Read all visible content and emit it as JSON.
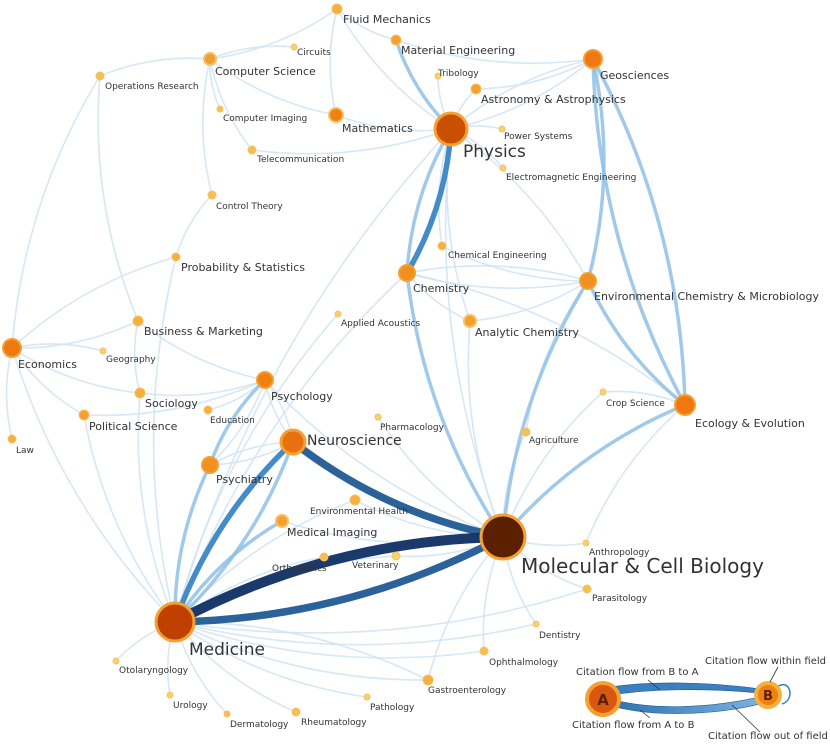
{
  "diagram": {
    "nodes": [
      {
        "id": "physics",
        "label": "Physics",
        "size": "xl",
        "color": "#c85000"
      },
      {
        "id": "mcb",
        "label": "Molecular & Cell Biology",
        "size": "xxl",
        "color": "#5a2000"
      },
      {
        "id": "medicine",
        "label": "Medicine",
        "size": "xl",
        "color": "#c04000"
      },
      {
        "id": "neuroscience",
        "label": "Neuroscience",
        "size": "lg",
        "color": "#e87010"
      },
      {
        "id": "psychology",
        "label": "Psychology",
        "size": "md",
        "color": "#f08010"
      },
      {
        "id": "psychiatry",
        "label": "Psychiatry",
        "size": "md",
        "color": "#f09020"
      },
      {
        "id": "economics",
        "label": "Economics",
        "size": "md",
        "color": "#f07810"
      },
      {
        "id": "geosciences",
        "label": "Geosciences",
        "size": "md",
        "color": "#f07810"
      },
      {
        "id": "ecology",
        "label": "Ecology & Evolution",
        "size": "md",
        "color": "#f07810"
      },
      {
        "id": "envchem",
        "label": "Environmental Chemistry & Microbiology",
        "size": "md",
        "color": "#f09020"
      },
      {
        "id": "chemistry",
        "label": "Chemistry",
        "size": "md",
        "color": "#f09020"
      },
      {
        "id": "analchem",
        "label": "Analytic Chemistry",
        "size": "md",
        "color": "#f0a030"
      },
      {
        "id": "chemeng",
        "label": "Chemical Engineering",
        "size": "sm",
        "color": "#f5b040"
      },
      {
        "id": "mathematics",
        "label": "Mathematics",
        "size": "md",
        "color": "#f08010"
      },
      {
        "id": "compsci",
        "label": "Computer Science",
        "size": "md",
        "color": "#f0a030"
      },
      {
        "id": "fluid",
        "label": "Fluid Mechanics",
        "size": "md",
        "color": "#f5b040"
      },
      {
        "id": "mateng",
        "label": "Material Engineering",
        "size": "md",
        "color": "#f5a030"
      },
      {
        "id": "astro",
        "label": "Astronomy & Astrophysics",
        "size": "md",
        "color": "#f5a030"
      },
      {
        "id": "tribology",
        "label": "Tribology",
        "size": "sm",
        "color": "#f8d070"
      },
      {
        "id": "power",
        "label": "Power Systems",
        "size": "sm",
        "color": "#f8d070"
      },
      {
        "id": "electromag",
        "label": "Electromagnetic Engineering",
        "size": "sm",
        "color": "#f8d070"
      },
      {
        "id": "circuits",
        "label": "Circuits",
        "size": "sm",
        "color": "#f8d070"
      },
      {
        "id": "opsresearch",
        "label": "Operations Research",
        "size": "sm",
        "color": "#f5c050"
      },
      {
        "id": "compimg",
        "label": "Computer Imaging",
        "size": "sm",
        "color": "#f5c050"
      },
      {
        "id": "telecom",
        "label": "Telecommunication",
        "size": "sm",
        "color": "#f5c050"
      },
      {
        "id": "control",
        "label": "Control Theory",
        "size": "sm",
        "color": "#f5c050"
      },
      {
        "id": "probstat",
        "label": "Probability & Statistics",
        "size": "md",
        "color": "#f5b040"
      },
      {
        "id": "business",
        "label": "Business & Marketing",
        "size": "md",
        "color": "#f5b040"
      },
      {
        "id": "geography",
        "label": "Geography",
        "size": "sm",
        "color": "#f8d070"
      },
      {
        "id": "sociology",
        "label": "Sociology",
        "size": "md",
        "color": "#f5b040"
      },
      {
        "id": "polisci",
        "label": "Political Science",
        "size": "md",
        "color": "#f5a030"
      },
      {
        "id": "law",
        "label": "Law",
        "size": "sm",
        "color": "#f5b040"
      },
      {
        "id": "education",
        "label": "Education",
        "size": "sm",
        "color": "#f5b040"
      },
      {
        "id": "appacoustics",
        "label": "Applied Acoustics",
        "size": "sm",
        "color": "#f8d070"
      },
      {
        "id": "pharmacology",
        "label": "Pharmacology",
        "size": "sm",
        "color": "#f8d070"
      },
      {
        "id": "envhealth",
        "label": "Environmental Health",
        "size": "sm",
        "color": "#f5b040"
      },
      {
        "id": "medimg",
        "label": "Medical Imaging",
        "size": "md",
        "color": "#f5a030"
      },
      {
        "id": "orthopedics",
        "label": "Orthopedics",
        "size": "sm",
        "color": "#f5c050"
      },
      {
        "id": "veterinary",
        "label": "Veterinary",
        "size": "sm",
        "color": "#f8d070"
      },
      {
        "id": "agriculture",
        "label": "Agriculture",
        "size": "sm",
        "color": "#f5c050"
      },
      {
        "id": "cropsci",
        "label": "Crop Science",
        "size": "sm",
        "color": "#f8d070"
      },
      {
        "id": "anthropology",
        "label": "Anthropology",
        "size": "sm",
        "color": "#f8d070"
      },
      {
        "id": "parasitology",
        "label": "Parasitology",
        "size": "sm",
        "color": "#f5c050"
      },
      {
        "id": "dentistry",
        "label": "Dentistry",
        "size": "sm",
        "color": "#f8d070"
      },
      {
        "id": "ophthalmology",
        "label": "Ophthalmology",
        "size": "sm",
        "color": "#f5c050"
      },
      {
        "id": "gastro",
        "label": "Gastroenterology",
        "size": "sm",
        "color": "#f5b040"
      },
      {
        "id": "pathology",
        "label": "Pathology",
        "size": "sm",
        "color": "#f8d070"
      },
      {
        "id": "rheumatology",
        "label": "Rheumatology",
        "size": "sm",
        "color": "#f5c050"
      },
      {
        "id": "dermatology",
        "label": "Dermatology",
        "size": "sm",
        "color": "#f5c050"
      },
      {
        "id": "urology",
        "label": "Urology",
        "size": "sm",
        "color": "#f8d070"
      },
      {
        "id": "otolaryngology",
        "label": "Otolaryngology",
        "size": "sm",
        "color": "#f8d070"
      }
    ],
    "edges": [
      {
        "from": "mcb",
        "to": "medicine",
        "weight": 5
      },
      {
        "from": "medicine",
        "to": "mcb",
        "weight": 4
      },
      {
        "from": "neuroscience",
        "to": "mcb",
        "weight": 4
      },
      {
        "from": "chemistry",
        "to": "physics",
        "weight": 3
      },
      {
        "from": "physics",
        "to": "chemistry",
        "weight": 2
      },
      {
        "from": "neuroscience",
        "to": "medicine",
        "weight": 3
      },
      {
        "from": "medicine",
        "to": "neuroscience",
        "weight": 2
      },
      {
        "from": "psychiatry",
        "to": "medicine",
        "weight": 2
      },
      {
        "from": "psychology",
        "to": "psychiatry",
        "weight": 2
      },
      {
        "from": "ecology",
        "to": "mcb",
        "weight": 2
      },
      {
        "from": "chemistry",
        "to": "mcb",
        "weight": 2
      },
      {
        "from": "envchem",
        "to": "mcb",
        "weight": 2
      },
      {
        "from": "geosciences",
        "to": "ecology",
        "weight": 2
      },
      {
        "from": "ecology",
        "to": "geosciences",
        "weight": 2
      },
      {
        "from": "envchem",
        "to": "geosciences",
        "weight": 2
      },
      {
        "from": "envchem",
        "to": "ecology",
        "weight": 2
      },
      {
        "from": "medimg",
        "to": "medicine",
        "weight": 2
      },
      {
        "from": "gastro",
        "to": "medicine",
        "weight": 1
      },
      {
        "from": "mcb",
        "to": "gastro",
        "weight": 1
      },
      {
        "from": "physics",
        "to": "mcb",
        "weight": 1
      },
      {
        "from": "physics",
        "to": "geosciences",
        "weight": 1
      },
      {
        "from": "mateng",
        "to": "physics",
        "weight": 2
      },
      {
        "from": "fluid",
        "to": "physics",
        "weight": 1
      },
      {
        "from": "astro",
        "to": "physics",
        "weight": 1
      },
      {
        "from": "mathematics",
        "to": "physics",
        "weight": 1
      },
      {
        "from": "compsci",
        "to": "mathematics",
        "weight": 1
      },
      {
        "from": "fluid",
        "to": "mathematics",
        "weight": 1
      },
      {
        "from": "fluid",
        "to": "mateng",
        "weight": 1
      },
      {
        "from": "physics",
        "to": "analchem",
        "weight": 1
      },
      {
        "from": "physics",
        "to": "chemeng",
        "weight": 1
      },
      {
        "from": "chemistry",
        "to": "envchem",
        "weight": 1
      },
      {
        "from": "analchem",
        "to": "envchem",
        "weight": 1
      },
      {
        "from": "analchem",
        "to": "mcb",
        "weight": 1
      },
      {
        "from": "chemistry",
        "to": "analchem",
        "weight": 1
      },
      {
        "from": "economics",
        "to": "business",
        "weight": 1
      },
      {
        "from": "economics",
        "to": "polisci",
        "weight": 1
      },
      {
        "from": "economics",
        "to": "sociology",
        "weight": 1
      },
      {
        "from": "sociology",
        "to": "psychology",
        "weight": 1
      },
      {
        "from": "business",
        "to": "psychology",
        "weight": 1
      },
      {
        "from": "polisci",
        "to": "psychology",
        "weight": 1
      },
      {
        "from": "psychology",
        "to": "neuroscience",
        "weight": 1
      },
      {
        "from": "psychiatry",
        "to": "neuroscience",
        "weight": 1
      },
      {
        "from": "neuroscience",
        "to": "psychiatry",
        "weight": 1
      },
      {
        "from": "education",
        "to": "psychology",
        "weight": 1
      },
      {
        "from": "compsci",
        "to": "opsresearch",
        "weight": 1
      },
      {
        "from": "compsci",
        "to": "telecom",
        "weight": 1
      },
      {
        "from": "compsci",
        "to": "control",
        "weight": 1
      },
      {
        "from": "compsci",
        "to": "compimg",
        "weight": 1
      },
      {
        "from": "compsci",
        "to": "fluid",
        "weight": 1
      },
      {
        "from": "opsresearch",
        "to": "business",
        "weight": 1
      },
      {
        "from": "opsresearch",
        "to": "economics",
        "weight": 1
      },
      {
        "from": "probstat",
        "to": "economics",
        "weight": 1
      },
      {
        "from": "probstat",
        "to": "medicine",
        "weight": 1
      },
      {
        "from": "control",
        "to": "probstat",
        "weight": 1
      },
      {
        "from": "telecom",
        "to": "physics",
        "weight": 1
      },
      {
        "from": "mcb",
        "to": "parasitology",
        "weight": 1
      },
      {
        "from": "mcb",
        "to": "dentistry",
        "weight": 1
      },
      {
        "from": "mcb",
        "to": "ophthalmology",
        "weight": 1
      },
      {
        "from": "mcb",
        "to": "anthropology",
        "weight": 1
      },
      {
        "from": "agriculture",
        "to": "mcb",
        "weight": 1
      },
      {
        "from": "cropsci",
        "to": "mcb",
        "weight": 1
      },
      {
        "from": "veterinary",
        "to": "mcb",
        "weight": 1
      },
      {
        "from": "envhealth",
        "to": "mcb",
        "weight": 1
      },
      {
        "from": "envhealth",
        "to": "medicine",
        "weight": 1
      },
      {
        "from": "pharmacology",
        "to": "mcb",
        "weight": 1
      },
      {
        "from": "orthopedics",
        "to": "medicine",
        "weight": 1
      },
      {
        "from": "veterinary",
        "to": "medicine",
        "weight": 1
      },
      {
        "from": "medicine",
        "to": "pathology",
        "weight": 1
      },
      {
        "from": "medicine",
        "to": "rheumatology",
        "weight": 1
      },
      {
        "from": "medicine",
        "to": "dermatology",
        "weight": 1
      },
      {
        "from": "medicine",
        "to": "urology",
        "weight": 1
      },
      {
        "from": "medicine",
        "to": "otolaryngology",
        "weight": 1
      },
      {
        "from": "medicine",
        "to": "gastro",
        "weight": 1
      },
      {
        "from": "medicine",
        "to": "ophthalmology",
        "weight": 1
      },
      {
        "from": "medicine",
        "to": "dentistry",
        "weight": 1
      },
      {
        "from": "medicine",
        "to": "parasitology",
        "weight": 1
      },
      {
        "from": "economics",
        "to": "law",
        "weight": 1
      },
      {
        "from": "economics",
        "to": "medicine",
        "weight": 1
      },
      {
        "from": "sociology",
        "to": "medicine",
        "weight": 1
      },
      {
        "from": "polisci",
        "to": "medicine",
        "weight": 1
      },
      {
        "from": "geography",
        "to": "economics",
        "weight": 1
      },
      {
        "from": "appacoustics",
        "to": "medicine",
        "weight": 1
      },
      {
        "from": "physics",
        "to": "medicine",
        "weight": 1
      },
      {
        "from": "chemistry",
        "to": "medicine",
        "weight": 1
      },
      {
        "from": "psychology",
        "to": "mcb",
        "weight": 1
      },
      {
        "from": "ecology",
        "to": "cropsci",
        "weight": 1
      },
      {
        "from": "envchem",
        "to": "agriculture",
        "weight": 1
      },
      {
        "from": "ecology",
        "to": "anthropology",
        "weight": 1
      },
      {
        "from": "geosciences",
        "to": "physics",
        "weight": 1
      },
      {
        "from": "envchem",
        "to": "physics",
        "weight": 1
      },
      {
        "from": "chemeng",
        "to": "envchem",
        "weight": 1
      },
      {
        "from": "power",
        "to": "physics",
        "weight": 1
      },
      {
        "from": "electromag",
        "to": "physics",
        "weight": 1
      },
      {
        "from": "tribology",
        "to": "physics",
        "weight": 1
      },
      {
        "from": "circuits",
        "to": "compsci",
        "weight": 1
      },
      {
        "from": "mateng",
        "to": "geosciences",
        "weight": 1
      },
      {
        "from": "astro",
        "to": "geosciences",
        "weight": 1
      },
      {
        "from": "medimg",
        "to": "mcb",
        "weight": 1
      },
      {
        "from": "neuroscience",
        "to": "psychology",
        "weight": 1
      },
      {
        "from": "psychiatry",
        "to": "psychology",
        "weight": 1
      },
      {
        "from": "business",
        "to": "sociology",
        "weight": 1
      },
      {
        "from": "ecology",
        "to": "chemistry",
        "weight": 1
      },
      {
        "from": "envchem",
        "to": "chemistry",
        "weight": 1
      }
    ]
  },
  "legend": {
    "node_a": "A",
    "node_b": "B",
    "b_to_a": "Citation flow from B to A",
    "a_to_b": "Citation flow from A to B",
    "within": "Citation flow within field",
    "out_of_field": "Citation flow out of field"
  }
}
